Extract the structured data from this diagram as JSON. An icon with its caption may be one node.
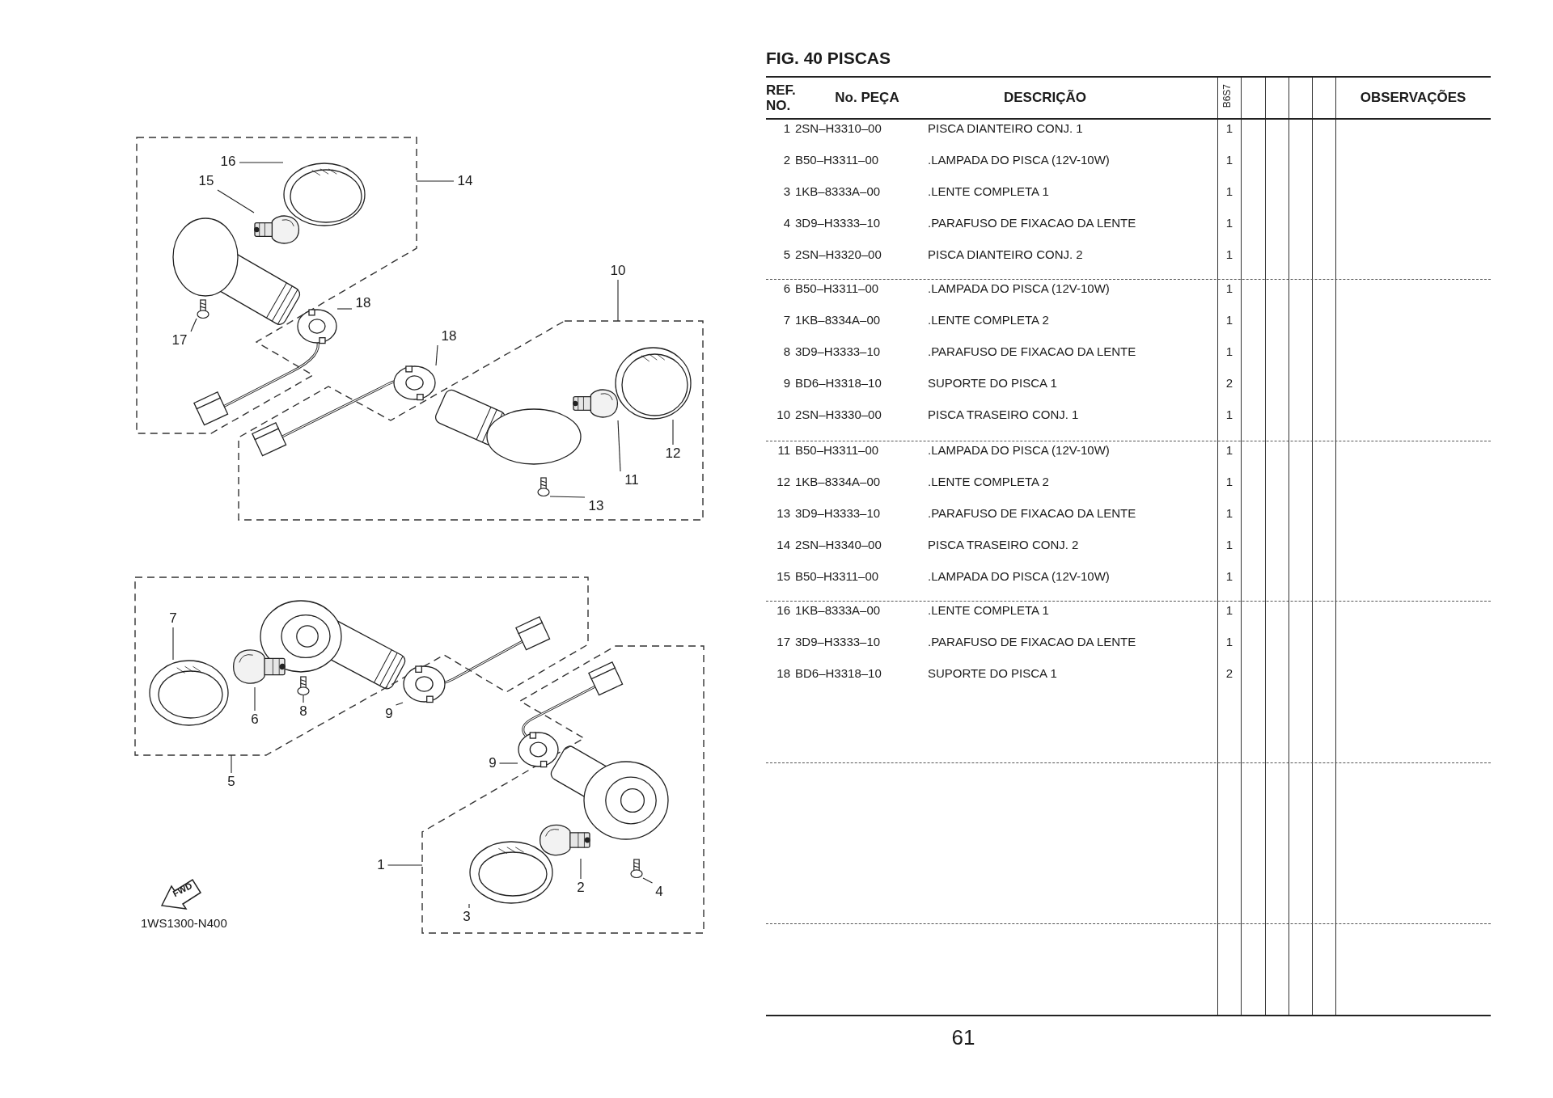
{
  "diagram": {
    "title": "FIG. 40 PISCAS",
    "nodes": [
      {
        "text": [],
        "shape": "box"
      },
      {
        "text": [
          "14"
        ]
      },
      {
        "text": [
          "16"
        ],
        "in": 0
      },
      {
        "text": [],
        "shape": "picture",
        "in": 0
      },
      {
        "text": [
          "15"
        ],
        "in": 0
      },
      {
        "text": [],
        "shape": "picture",
        "in": 0
      },
      {
        "text": [
          "17"
        ],
        "in": 0
      },
      {
        "text": [],
        "shape": "picture",
        "in": 0
      },
      {
        "text": [
          "18"
        ]
      },
      {
        "text": [],
        "shape": "picture"
      },
      {
        "text": [],
        "shape": "box"
      },
      {
        "text": [
          "10"
        ]
      },
      {
        "text": [
          "18"
        ]
      },
      {
        "text": [],
        "shape": "picture"
      },
      {
        "text": [
          "11"
        ],
        "in": 10
      },
      {
        "text": [],
        "shape": "picture",
        "in": 10
      },
      {
        "text": [
          "12"
        ],
        "in": 10
      },
      {
        "text": [],
        "shape": "picture",
        "in": 10
      },
      {
        "text": [
          "13"
        ],
        "in": 10
      },
      {
        "text": [],
        "shape": "picture",
        "in": 10
      },
      {
        "text": [],
        "shape": "box"
      },
      {
        "text": [
          "7"
        ],
        "in": 20
      },
      {
        "text": [],
        "shape": "picture",
        "in": 20
      },
      {
        "text": [
          "6"
        ],
        "in": 20
      },
      {
        "text": [],
        "shape": "picture",
        "in": 20
      },
      {
        "text": [
          "8"
        ],
        "in": 20
      },
      {
        "text": [],
        "shape": "picture",
        "in": 20
      },
      {
        "text": [
          "9"
        ]
      },
      {
        "text": [],
        "shape": "picture"
      },
      {
        "text": [
          "5"
        ]
      },
      {
        "text": [],
        "shape": "box"
      },
      {
        "text": [
          "9"
        ]
      },
      {
        "text": [],
        "shape": "picture"
      },
      {
        "text": [
          "1"
        ]
      },
      {
        "text": [
          "3"
        ],
        "in": 30
      },
      {
        "text": [],
        "shape": "picture",
        "in": 30
      },
      {
        "text": [
          "2"
        ],
        "in": 30
      },
      {
        "text": [],
        "shape": "picture",
        "in": 30
      },
      {
        "text": [
          "4"
        ],
        "in": 30
      },
      {
        "text": [],
        "shape": "picture",
        "in": 30
      }
    ],
    "edges": [
      {
        "from": 1,
        "to": 0,
        "arrow": "none"
      },
      {
        "from": 2,
        "to": 3,
        "arrow": "none"
      },
      {
        "from": 4,
        "to": 5,
        "arrow": "none"
      },
      {
        "from": 6,
        "to": 7,
        "arrow": "none"
      },
      {
        "from": 8,
        "to": 9,
        "arrow": "none"
      },
      {
        "from": 11,
        "to": 10,
        "arrow": "none"
      },
      {
        "from": 12,
        "to": 13,
        "arrow": "none"
      },
      {
        "from": 14,
        "to": 15,
        "arrow": "none"
      },
      {
        "from": 16,
        "to": 17,
        "arrow": "none"
      },
      {
        "from": 18,
        "to": 19,
        "arrow": "none"
      },
      {
        "from": 21,
        "to": 22,
        "arrow": "none"
      },
      {
        "from": 23,
        "to": 24,
        "arrow": "none"
      },
      {
        "from": 25,
        "to": 26,
        "arrow": "none"
      },
      {
        "from": 27,
        "to": 28,
        "arrow": "none"
      },
      {
        "from": 29,
        "to": 20,
        "arrow": "none"
      },
      {
        "from": 31,
        "to": 32,
        "arrow": "none"
      },
      {
        "from": 33,
        "to": 30,
        "arrow": "none"
      },
      {
        "from": 34,
        "to": 35,
        "arrow": "none"
      },
      {
        "from": 36,
        "to": 37,
        "arrow": "none"
      },
      {
        "from": 38,
        "to": 39,
        "arrow": "none"
      }
    ],
    "labels": [
      "FWD",
      "1WS1300-N400",
      "REF. NO.",
      "No. PEÇA",
      "DESCRIÇÃO",
      "B6S7",
      "OBSERVAÇÕES",
      "1",
      "2SN–H3310–00",
      "PISCA DIANTEIRO CONJ. 1",
      "1",
      "2",
      "B50–H3311–00",
      ".LAMPADA DO PISCA (12V-10W)",
      "1",
      "3",
      "1KB–8333A–00",
      ".LENTE COMPLETA 1",
      "1",
      "4",
      "3D9–H3333–10",
      ".PARAFUSO DE FIXACAO DA LENTE",
      "1",
      "5",
      "2SN–H3320–00",
      "PISCA DIANTEIRO CONJ. 2",
      "1",
      "6",
      "B50–H3311–00",
      ".LAMPADA DO PISCA (12V-10W)",
      "1",
      "7",
      "1KB–8334A–00",
      ".LENTE COMPLETA 2",
      "1",
      "8",
      "3D9–H3333–10",
      ".PARAFUSO DE FIXACAO DA LENTE",
      "1",
      "9",
      "BD6–H3318–10",
      "SUPORTE DO PISCA 1",
      "2",
      "10",
      "2SN–H3330–00",
      "PISCA TRASEIRO CONJ. 1",
      "1",
      "11",
      "B50–H3311–00",
      ".LAMPADA DO PISCA (12V-10W)",
      "1",
      "12",
      "1KB–8334A–00",
      ".LENTE COMPLETA 2",
      "1",
      "13",
      "3D9–H3333–10",
      ".PARAFUSO DE FIXACAO DA LENTE",
      "1",
      "14",
      "2SN–H3340–00",
      "PISCA TRASEIRO CONJ. 2",
      "1",
      "15",
      "B50–H3311–00",
      ".LAMPADA DO PISCA (12V-10W)",
      "1",
      "16",
      "1KB–8333A–00",
      ".LENTE COMPLETA 1",
      "1",
      "17",
      "3D9–H3333–10",
      ".PARAFUSO DE FIXACAO DA LENTE",
      "1",
      "18",
      "BD6–H3318–10",
      "SUPORTE DO PISCA 1",
      "2",
      "61"
    ]
  }
}
